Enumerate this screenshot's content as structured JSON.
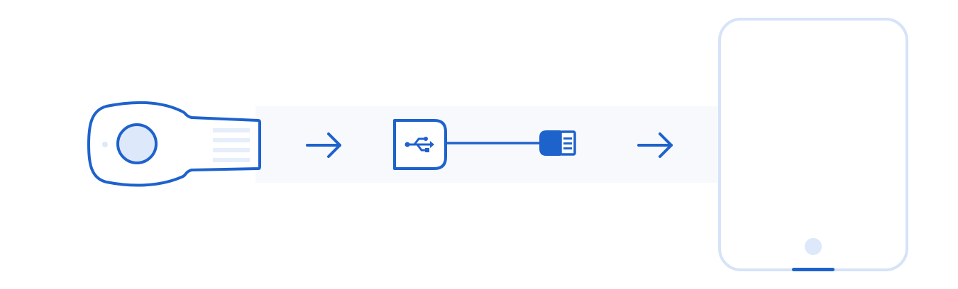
{
  "diagram": {
    "steps": [
      {
        "id": "security-key",
        "icon": "usb-security-key-icon"
      },
      {
        "id": "usb-adapter",
        "icon": "usb-adapter-cable-icon"
      },
      {
        "id": "tablet",
        "icon": "tablet-device-icon"
      }
    ],
    "connectors": [
      {
        "icon": "arrow-right-icon"
      },
      {
        "icon": "arrow-right-icon"
      }
    ]
  },
  "colors": {
    "primary": "#1e62cc",
    "light_fill": "#dde8fa",
    "tablet_outline": "#d6e3f8",
    "band": "#f7f9fd",
    "key_stripes": "#e6eefb"
  }
}
